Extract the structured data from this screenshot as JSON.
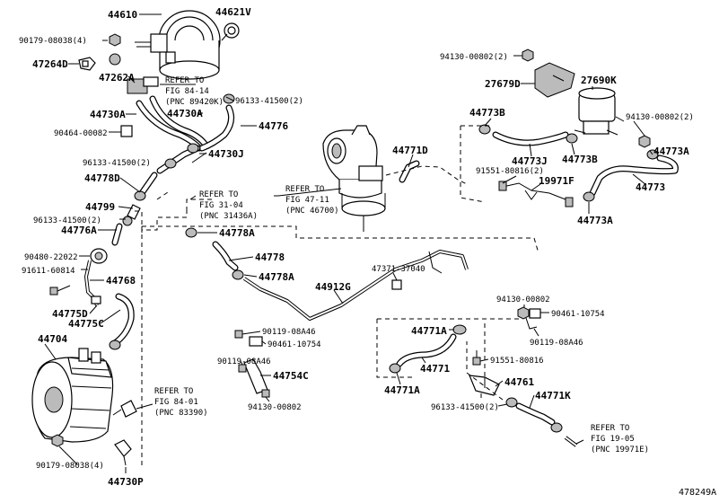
{
  "diagram_id": "478249A",
  "parts": {
    "p44610": "44610",
    "p44621V": "44621V",
    "p90179_top": "90179-08038(4)",
    "p47264D": "47264D",
    "p47262A": "47262A",
    "p96133_top": "96133-41500(2)",
    "p44730A_1": "44730A",
    "p44730A_2": "44730A",
    "p44776": "44776",
    "p90464": "90464-00082",
    "p96133_mid": "96133-41500(2)",
    "p44730J": "44730J",
    "p44778D": "44778D",
    "p44799": "44799",
    "p96133_left": "96133-41500(2)",
    "p44776A": "44776A",
    "p90480": "90480-22022",
    "p91611": "91611-60814",
    "p44768": "44768",
    "p44775D": "44775D",
    "p44775C": "44775C",
    "p44704": "44704",
    "p90179_bot": "90179-08038(4)",
    "p44730P": "44730P",
    "p44778A_1": "44778A",
    "p44778": "44778",
    "p44778A_2": "44778A",
    "p44912G": "44912G",
    "p47371": "47371-37040",
    "p90119_1": "90119-08A46",
    "p90461_1": "90461-10754",
    "p90119_2": "90119-08A46",
    "p44754C": "44754C",
    "p94130_bot": "94130-00802",
    "p44771D": "44771D",
    "p94130_tr": "94130-00802(2)",
    "p27690K": "27690K",
    "p27679D": "27679D",
    "p94130_tr2": "94130-00802(2)",
    "p44773B_1": "44773B",
    "p44773J": "44773J",
    "p44773B_2": "44773B",
    "p44773A_1": "44773A",
    "p91551_top": "91551-80816(2)",
    "p19971F": "19971F",
    "p44773": "44773",
    "p44773A_2": "44773A",
    "p94130_mr": "94130-00802",
    "p90461_2": "90461-10754",
    "p90119_3": "90119-08A46",
    "p44771A_1": "44771A",
    "p91551_bot": "91551-80816",
    "p44771": "44771",
    "p44771A_2": "44771A",
    "p44761": "44761",
    "p96133_bot": "96133-41500(2)",
    "p44771K": "44771K"
  },
  "refs": {
    "r1": {
      "l1": "REFER TO",
      "l2": "FIG 84-14",
      "l3": "(PNC 89420K)"
    },
    "r2": {
      "l1": "REFER TO",
      "l2": "FIG 31-04",
      "l3": "(PNC 31436A)"
    },
    "r3": {
      "l1": "REFER TO",
      "l2": "FIG 47-11",
      "l3": "(PNC 46700)"
    },
    "r4": {
      "l1": "REFER TO",
      "l2": "FIG 84-01",
      "l3": "(PNC 83390)"
    },
    "r5": {
      "l1": "REFER TO",
      "l2": "FIG 19-05",
      "l3": "(PNC 19971E)"
    }
  }
}
